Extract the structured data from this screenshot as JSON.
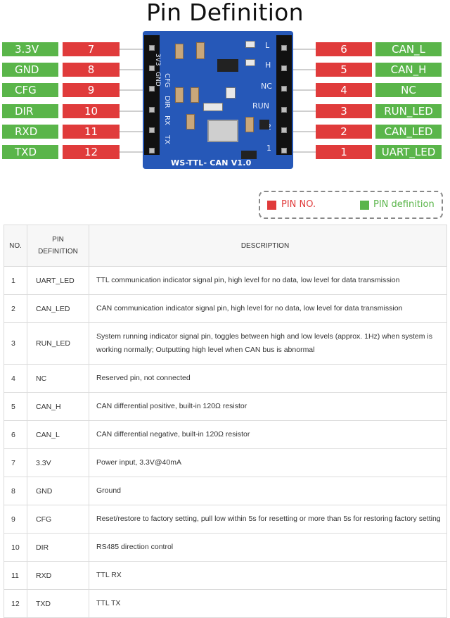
{
  "title": "Pin Definition",
  "left_pins": [
    {
      "def": "3.3V",
      "no": "7"
    },
    {
      "def": "GND",
      "no": "8"
    },
    {
      "def": "CFG",
      "no": "9"
    },
    {
      "def": "DIR",
      "no": "10"
    },
    {
      "def": "RXD",
      "no": "11"
    },
    {
      "def": "TXD",
      "no": "12"
    }
  ],
  "right_pins": [
    {
      "no": "6",
      "def": "CAN_L"
    },
    {
      "no": "5",
      "def": "CAN_H"
    },
    {
      "no": "4",
      "def": "NC"
    },
    {
      "no": "3",
      "def": "RUN_LED"
    },
    {
      "no": "2",
      "def": "CAN_LED"
    },
    {
      "no": "1",
      "def": "UART_LED"
    }
  ],
  "board": {
    "label": "WS-TTL- CAN V1.0",
    "left_silk": [
      "3V3",
      "GND",
      "CFG",
      "DIR",
      "RX",
      "TX"
    ],
    "right_silk": [
      "L",
      "H",
      "NC",
      "RUN",
      "2",
      "1"
    ]
  },
  "legend": {
    "red_label": "PIN NO.",
    "green_label": "PIN definition"
  },
  "colors": {
    "red": "#e03b3b",
    "green": "#5ab54a",
    "board_blue": "#2658b8"
  },
  "table": {
    "headers": {
      "no": "NO.",
      "def_line1": "PIN",
      "def_line2": "DEFINITION",
      "desc": "DESCRIPTION"
    },
    "rows": [
      {
        "no": "1",
        "def": "UART_LED",
        "desc": "TTL communication indicator signal pin, high level for no data, low level for data transmission"
      },
      {
        "no": "2",
        "def": "CAN_LED",
        "desc": "CAN communication indicator signal pin, high level for no data, low level for data transmission"
      },
      {
        "no": "3",
        "def": "RUN_LED",
        "desc": "System running indicator signal pin, toggles between high and low levels (approx. 1Hz) when system is working normally; Outputting high level when CAN bus is abnormal"
      },
      {
        "no": "4",
        "def": "NC",
        "desc": "Reserved pin, not connected"
      },
      {
        "no": "5",
        "def": "CAN_H",
        "desc": "CAN differential positive, built-in 120Ω resistor"
      },
      {
        "no": "6",
        "def": "CAN_L",
        "desc": "CAN differential negative, built-in 120Ω resistor"
      },
      {
        "no": "7",
        "def": "3.3V",
        "desc": "Power input, 3.3V@40mA"
      },
      {
        "no": "8",
        "def": "GND",
        "desc": "Ground"
      },
      {
        "no": "9",
        "def": "CFG",
        "desc": "Reset/restore to factory setting, pull low within 5s for resetting or more than 5s for restoring factory setting"
      },
      {
        "no": "10",
        "def": "DIR",
        "desc": "RS485 direction control"
      },
      {
        "no": "11",
        "def": "RXD",
        "desc": "TTL RX"
      },
      {
        "no": "12",
        "def": "TXD",
        "desc": "TTL TX"
      }
    ]
  }
}
